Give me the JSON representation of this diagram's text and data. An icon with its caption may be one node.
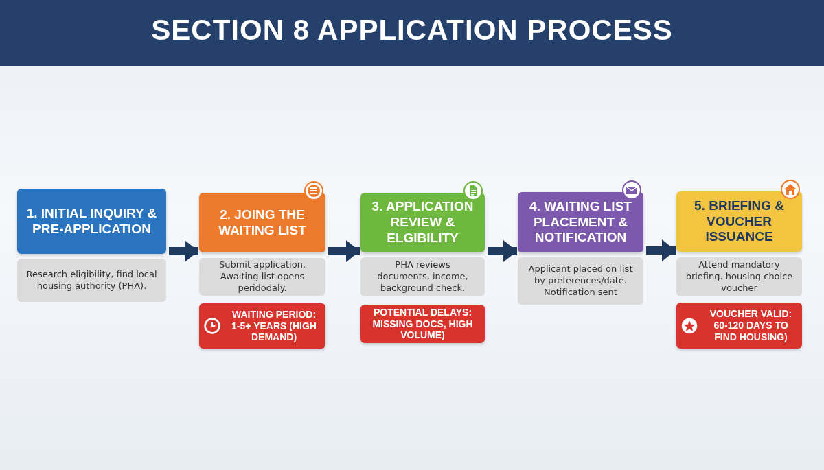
{
  "diagram": {
    "title": "SECTION 8 APPLICATION PROCESS",
    "nodes": [
      {
        "text": [
          "1. INITIAL INQUIRY & PRE-APPLICATION"
        ]
      },
      {
        "text": [
          "Research eligibility, find local housing authority (PHA)."
        ]
      },
      {
        "text": [
          "2. JOING THE WAITING LIST"
        ]
      },
      {
        "text": [
          "Submit application. Awaiting list opens peridodaly."
        ]
      },
      {
        "text": [
          "WAITING PERIOD: 1-5+ YEARS (HIGH DEMAND)"
        ]
      },
      {
        "text": [
          "3. APPLICATION REVIEW & ELGIBILITY"
        ]
      },
      {
        "text": [
          "PHA reviews documents, income, background check."
        ]
      },
      {
        "text": [
          "POTENTIAL DELAYS: MISSING DOCS, HIGH VOLUME)"
        ]
      },
      {
        "text": [
          "4. WAITING LIST PLACEMENT & NOTIFICATION"
        ]
      },
      {
        "text": [
          "Applicant placed on list by preferences/date. Notification sent"
        ]
      },
      {
        "text": [
          "5. BRIEFING & VOUCHER ISSUANCE"
        ]
      },
      {
        "text": [
          "Attend mandatory briefing. housing choice voucher"
        ]
      },
      {
        "text": [
          "VOUCHER VALID: 60-120 DAYS TO FIND HOUSING)"
        ]
      }
    ],
    "edges": [
      {
        "from": 0,
        "to": 2,
        "arrow": "to"
      },
      {
        "from": 2,
        "to": 5,
        "arrow": "to"
      },
      {
        "from": 5,
        "to": 8,
        "arrow": "to"
      },
      {
        "from": 8,
        "to": 10,
        "arrow": "to"
      }
    ]
  }
}
